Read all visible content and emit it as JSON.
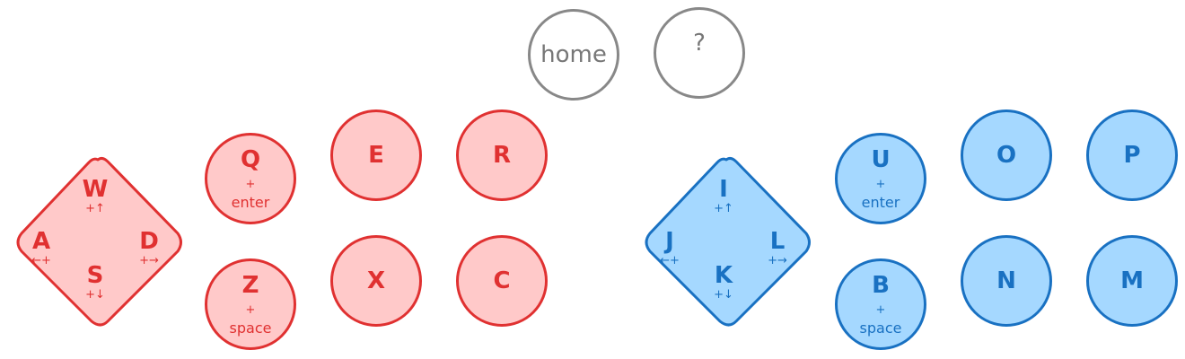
{
  "top": {
    "home_label": "home",
    "help_label": "?"
  },
  "player1": {
    "colors": {
      "stroke": "#e03131",
      "fill": "#ffc9c9"
    },
    "dpad": {
      "up": {
        "key": "W",
        "hint": "+↑"
      },
      "left": {
        "key": "A",
        "hint": "←+"
      },
      "right": {
        "key": "D",
        "hint": "+→"
      },
      "down": {
        "key": "S",
        "hint": "+↓"
      }
    },
    "buttons": {
      "q": {
        "key": "Q",
        "plus": "+",
        "sub": "enter"
      },
      "z": {
        "key": "Z",
        "plus": "+",
        "sub": "space"
      },
      "e": {
        "key": "E"
      },
      "r": {
        "key": "R"
      },
      "x": {
        "key": "X"
      },
      "c": {
        "key": "C"
      }
    }
  },
  "player2": {
    "colors": {
      "stroke": "#1971c2",
      "fill": "#a5d8ff"
    },
    "dpad": {
      "up": {
        "key": "I",
        "hint": "+↑"
      },
      "left": {
        "key": "J",
        "hint": "←+"
      },
      "right": {
        "key": "L",
        "hint": "+→"
      },
      "down": {
        "key": "K",
        "hint": "+↓"
      }
    },
    "buttons": {
      "u": {
        "key": "U",
        "plus": "+",
        "sub": "enter"
      },
      "b": {
        "key": "B",
        "plus": "+",
        "sub": "space"
      },
      "o": {
        "key": "O"
      },
      "p": {
        "key": "P"
      },
      "n": {
        "key": "N"
      },
      "m": {
        "key": "M"
      }
    }
  }
}
